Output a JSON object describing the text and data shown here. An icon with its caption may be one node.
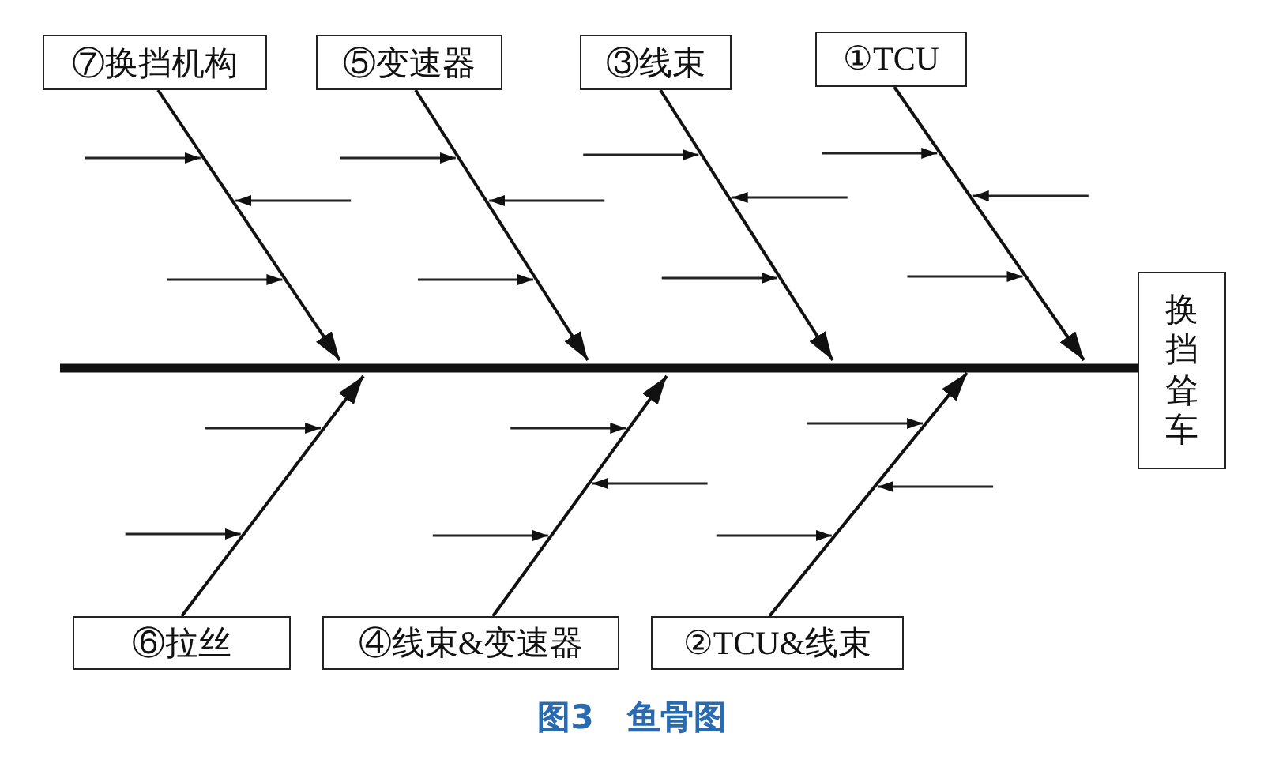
{
  "diagram": {
    "caption": "图3　鱼骨图",
    "nodes": [
      {
        "text": [
          "⑦换挡机构"
        ]
      },
      {
        "text": [
          "⑤变速器"
        ]
      },
      {
        "text": [
          "③线束"
        ]
      },
      {
        "text": [
          "①TCU"
        ]
      },
      {
        "text": [
          "换挡耸车"
        ]
      },
      {
        "text": [
          "⑥拉丝"
        ]
      },
      {
        "text": [
          "④线束&变速器"
        ]
      },
      {
        "text": [
          "②TCU&线束"
        ]
      }
    ],
    "edges": [
      {
        "from": null,
        "to": 4,
        "arrow": "none",
        "style": "thick"
      },
      {
        "from": 0,
        "to": null,
        "arrow": "to"
      },
      {
        "from": 1,
        "to": null,
        "arrow": "to"
      },
      {
        "from": 2,
        "to": null,
        "arrow": "to"
      },
      {
        "from": 3,
        "to": null,
        "arrow": "to"
      },
      {
        "from": 5,
        "to": null,
        "arrow": "to"
      },
      {
        "from": 6,
        "to": null,
        "arrow": "to"
      },
      {
        "from": 7,
        "to": null,
        "arrow": "to"
      }
    ]
  }
}
